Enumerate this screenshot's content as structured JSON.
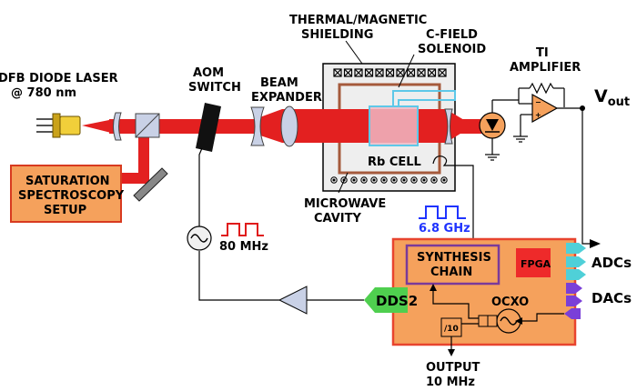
{
  "labels": {
    "laser": [
      "DFB DIODE LASER",
      "@ 780 nm"
    ],
    "aom": [
      "AOM",
      "SWITCH"
    ],
    "expander": [
      "BEAM",
      "EXPANDER"
    ],
    "shielding": [
      "THERMAL/MAGNETIC",
      "SHIELDING"
    ],
    "cfield": [
      "C-FIELD",
      "SOLENOID"
    ],
    "ti": [
      "TI",
      "AMPLIFIER"
    ],
    "vout_main": "V",
    "vout_sub": "out",
    "saturation": [
      "SATURATION",
      "SPECTROSCOPY",
      "SETUP"
    ],
    "rbcell": "Rb CELL",
    "microwave": [
      "MICROWAVE",
      "CAVITY"
    ],
    "freq_ghz": "6.8 GHz",
    "freq_mhz": "80 MHz",
    "synthesis": [
      "SYNTHESIS",
      "CHAIN"
    ],
    "fpga": "FPGA",
    "adcs": "ADCs",
    "dacs": "DACs",
    "dds2": "DDS2",
    "ocxo": "OCXO",
    "divider": "/10",
    "output": [
      "OUTPUT",
      "10 MHz"
    ]
  },
  "colors": {
    "beam": "#e32020",
    "board": "#f5a15c",
    "board_border": "#e8442e",
    "dds": "#4fcf4f",
    "adc_port": "#4fd0d8",
    "dac_port": "#7a3fd8",
    "synthesis_border": "#7a3a9a",
    "cell": "#f0b8c4",
    "lens": "#c9d1e6",
    "fpga_fill": "#ee2a2a",
    "solenoid": "#a55a3c",
    "cyan_line": "#5ec8e8",
    "freq_blue": "#1f33ff",
    "freq_red": "#e01b1b"
  }
}
